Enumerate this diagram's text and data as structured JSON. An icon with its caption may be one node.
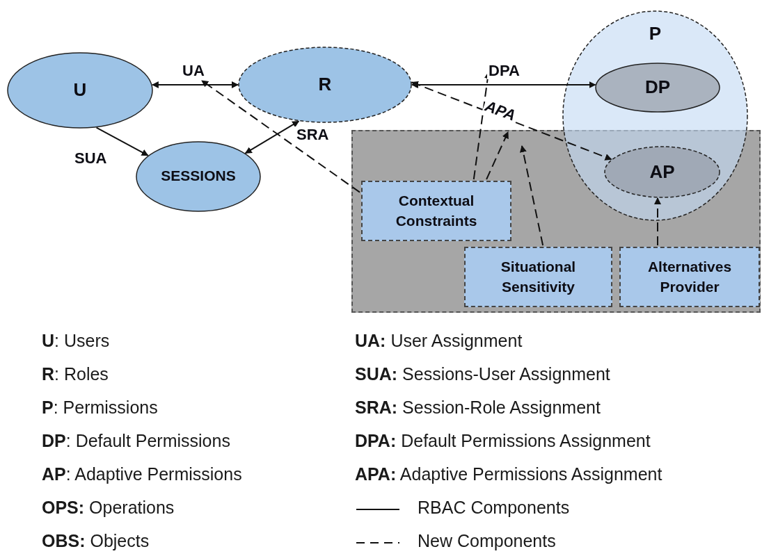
{
  "diagram": {
    "nodes": [
      {
        "text": [
          "U"
        ]
      },
      {
        "text": [
          "R"
        ]
      },
      {
        "text": [
          "SESSIONS"
        ]
      },
      {
        "text": [
          "P"
        ]
      },
      {
        "text": [
          "DP"
        ],
        "in": 3
      },
      {
        "text": [
          "AP"
        ]
      },
      {
        "text": [],
        "shape": "box"
      },
      {
        "text": [
          "Contextual Constraints"
        ],
        "in": 6
      },
      {
        "text": [
          "Situational Sensitivity"
        ],
        "in": 6
      },
      {
        "text": [
          "Alternatives Provider"
        ],
        "in": 6
      }
    ],
    "edges": [
      {
        "from": 0,
        "to": 1,
        "arrow": "both",
        "label": "UA"
      },
      {
        "from": 0,
        "to": 2,
        "arrow": "to",
        "label": "SUA"
      },
      {
        "from": 2,
        "to": 1,
        "arrow": "both",
        "label": "SRA"
      },
      {
        "from": 1,
        "to": 4,
        "arrow": "both",
        "label": "DPA"
      },
      {
        "from": 1,
        "to": 5,
        "arrow": "both",
        "label": "APA",
        "style": "dashed"
      },
      {
        "from": 7,
        "to": null,
        "arrow": "to",
        "style": "dashed"
      },
      {
        "from": 7,
        "to": null,
        "arrow": "to",
        "style": "dashed"
      },
      {
        "from": 7,
        "to": null,
        "arrow": "to",
        "style": "dashed"
      },
      {
        "from": 8,
        "to": null,
        "arrow": "to",
        "style": "dashed"
      },
      {
        "from": 9,
        "to": 5,
        "arrow": "to",
        "style": "dashed"
      }
    ],
    "labels": [
      "**U**: Users",
      "**R**: Roles",
      "**P**: Permissions",
      "**DP**: Default Permissions",
      "**AP**: Adaptive Permissions",
      "**OPS:** Operations",
      "**OBS:** Objects",
      "**UA:** User Assignment",
      "**SUA:** Sessions-User Assignment",
      "**SRA:** Session-Role Assignment",
      "**DPA:** Default Permissions Assignment",
      "**APA:** Adaptive Permissions Assignment"
    ],
    "legend": [
      {
        "text": "RBAC Components"
      },
      {
        "text": "New Components"
      }
    ]
  }
}
